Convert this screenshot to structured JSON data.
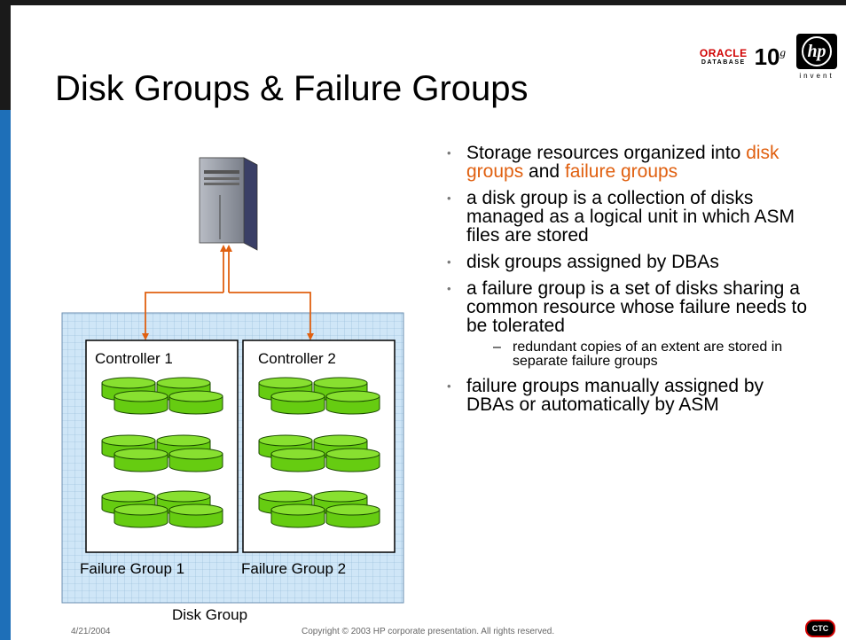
{
  "slide": {
    "title": "Disk Groups & Failure Groups",
    "logos": {
      "oracle_line1": "ORACLE",
      "oracle_line2": "DATABASE",
      "version": "10",
      "version_sup": "g",
      "hp_mark": "hp",
      "hp_tagline": "invent"
    },
    "bullets": [
      {
        "parts": [
          "Storage resources organized into ",
          "disk groups",
          " and ",
          "failure groups"
        ]
      },
      {
        "text": "a disk group is a collection of disks managed as a logical unit in which ASM files are stored"
      },
      {
        "text": "disk groups assigned by DBAs"
      },
      {
        "text": "a failure group is a set of disks sharing a common resource whose failure needs to be tolerated",
        "sub": "redundant copies of an extent are stored in separate failure groups"
      },
      {
        "text": "failure groups manually assigned by DBAs or automatically by ASM"
      }
    ],
    "diagram": {
      "controller1": "Controller 1",
      "controller2": "Controller 2",
      "failure_group1": "Failure Group 1",
      "failure_group2": "Failure Group 2",
      "disk_group": "Disk Group"
    },
    "footer": {
      "date": "4/21/2004",
      "copyright": "Copyright © 2003 HP corporate presentation. All rights reserved.",
      "badge": "CTC"
    },
    "colors": {
      "highlight": "#e06010",
      "disk_green": "#66cc11",
      "grid_blue": "#cfe6f7",
      "arrow": "#e06010"
    }
  }
}
